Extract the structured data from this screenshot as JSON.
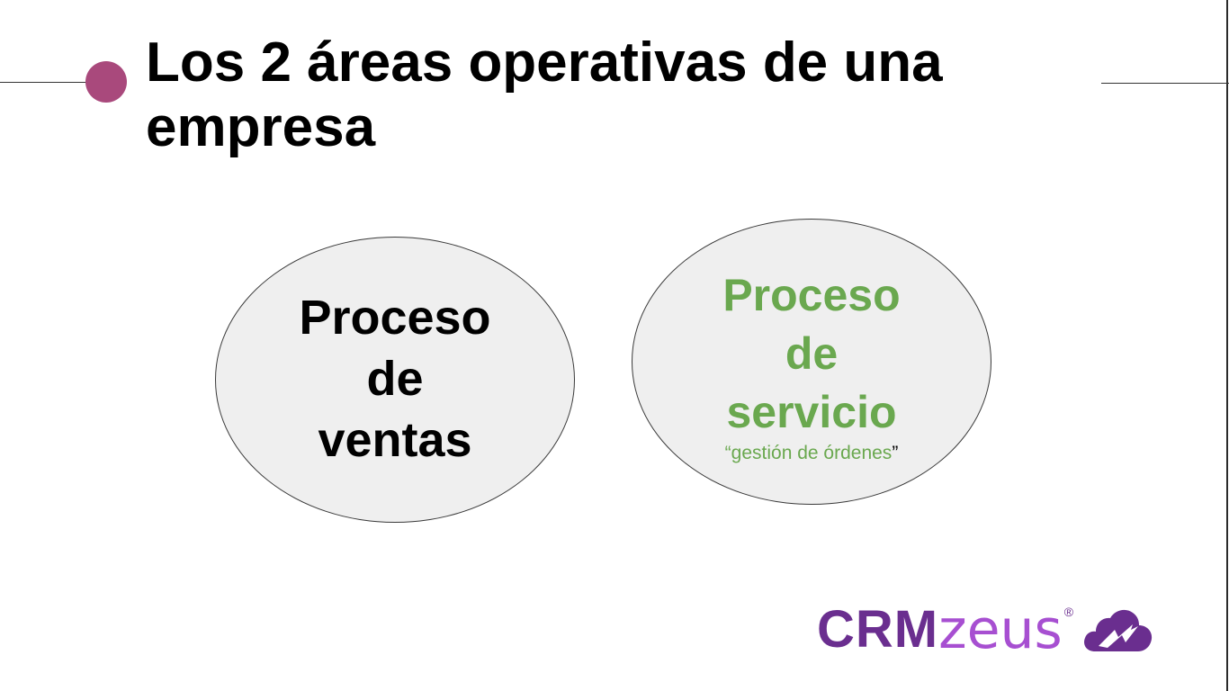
{
  "slide": {
    "title": "Los 2 áreas operativas de una empresa"
  },
  "sales": {
    "line1": "Proceso",
    "line2": "de",
    "line3": "ventas"
  },
  "service": {
    "line1": "Proceso",
    "line2": "de",
    "line3": "servicio",
    "subtitle_open": "“gestión de órdenes",
    "subtitle_close": "”"
  },
  "logo": {
    "crm": "CRM",
    "zeus": "zeus",
    "registered": "®",
    "icon": "cloud-lightning-icon"
  },
  "colors": {
    "accent_dot": "#a9497c",
    "service_text": "#6aa84f",
    "ellipse_fill": "#efefef",
    "logo_dark": "#6a2e8f",
    "logo_light": "#a74fd1"
  }
}
